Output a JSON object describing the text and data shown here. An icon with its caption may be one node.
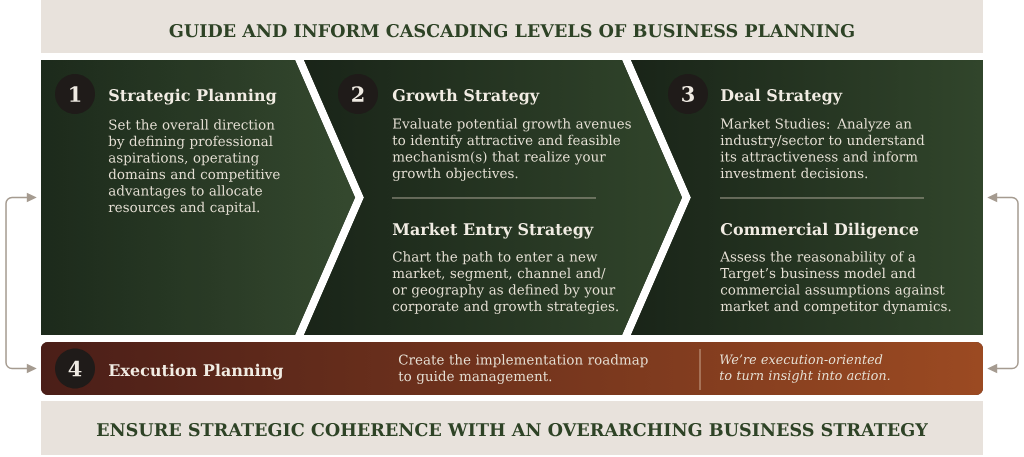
{
  "diagram": {
    "nodes": [
      {
        "text": [
          "GUIDE AND INFORM CASCADING LEVELS OF BUSINESS PLANNING"
        ]
      },
      {
        "text": [
          "Strategic Planning",
          "Set the overall direction by defining professional aspirations, operating domains and competitive advantages to allocate resources and capital."
        ]
      },
      {
        "text": [
          "1"
        ],
        "in": 1
      },
      {
        "text": [
          "Growth Strategy",
          "Evaluate potential growth avenues to identify attractive and feasible mechanism(s) that realize your growth objectives.",
          "Market Entry Strategy",
          "Chart the path to enter a new market, segment, channel and/ or geography as defined by your corporate and growth strategies."
        ]
      },
      {
        "text": [
          "2"
        ],
        "in": 3
      },
      {
        "text": [
          "Deal Strategy",
          "Market Studies: Analyze an industry/sector to understand its attractiveness and inform investment decisions.",
          "Commercial Diligence",
          "Assess the reasonability of a Target’s business model and commercial assumptions against market and competitor dynamics."
        ]
      },
      {
        "text": [
          "3"
        ],
        "in": 5
      },
      {
        "text": [
          "Execution Planning",
          "Create the implementation roadmap to guide management.",
          "We’re execution-oriented to turn insight into action."
        ]
      },
      {
        "text": [
          "4"
        ],
        "in": 7
      },
      {
        "text": [
          "ENSURE STRATEGIC COHERENCE WITH AN OVERARCHING BUSINESS STRATEGY"
        ]
      }
    ],
    "edges": [
      {
        "from": 1,
        "to": 7,
        "arrow": "both"
      },
      {
        "from": 5,
        "to": 7,
        "arrow": "both"
      }
    ]
  }
}
